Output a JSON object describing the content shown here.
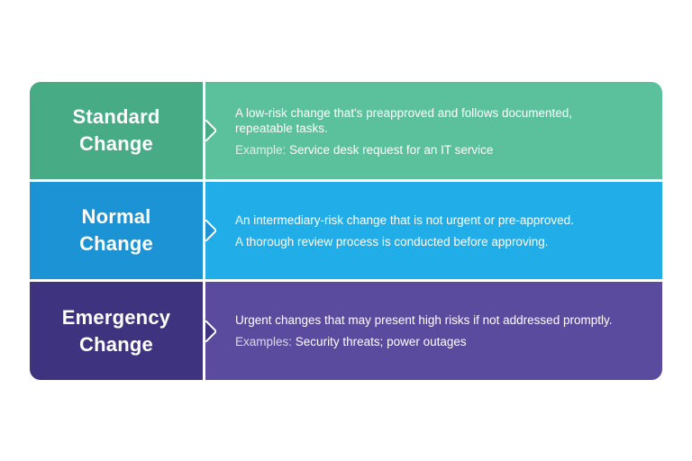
{
  "colors": {
    "standard_left": "#47ab85",
    "standard_right": "#5bc19c",
    "normal_left": "#1c93d4",
    "normal_right": "#21aee8",
    "emergency_left": "#3e337e",
    "emergency_right": "#5a4b9e"
  },
  "rows": [
    {
      "title_line1": "Standard",
      "title_line2": "Change",
      "desc_line1": "A low-risk change that's preapproved and follows documented,",
      "desc_line2": "repeatable tasks.",
      "example_prefix": "Example:",
      "example_text": "Service desk request for an IT service"
    },
    {
      "title_line1": "Normal",
      "title_line2": "Change",
      "desc_line1": "An intermediary-risk change that is not urgent or pre-approved.",
      "desc_line2": "A thorough review process is conducted before approving."
    },
    {
      "title_line1": "Emergency",
      "title_line2": "Change",
      "desc_line1": "Urgent changes that may present high risks if not addressed promptly.",
      "example_prefix": "Examples:",
      "example_text": "Security threats; power outages"
    }
  ]
}
